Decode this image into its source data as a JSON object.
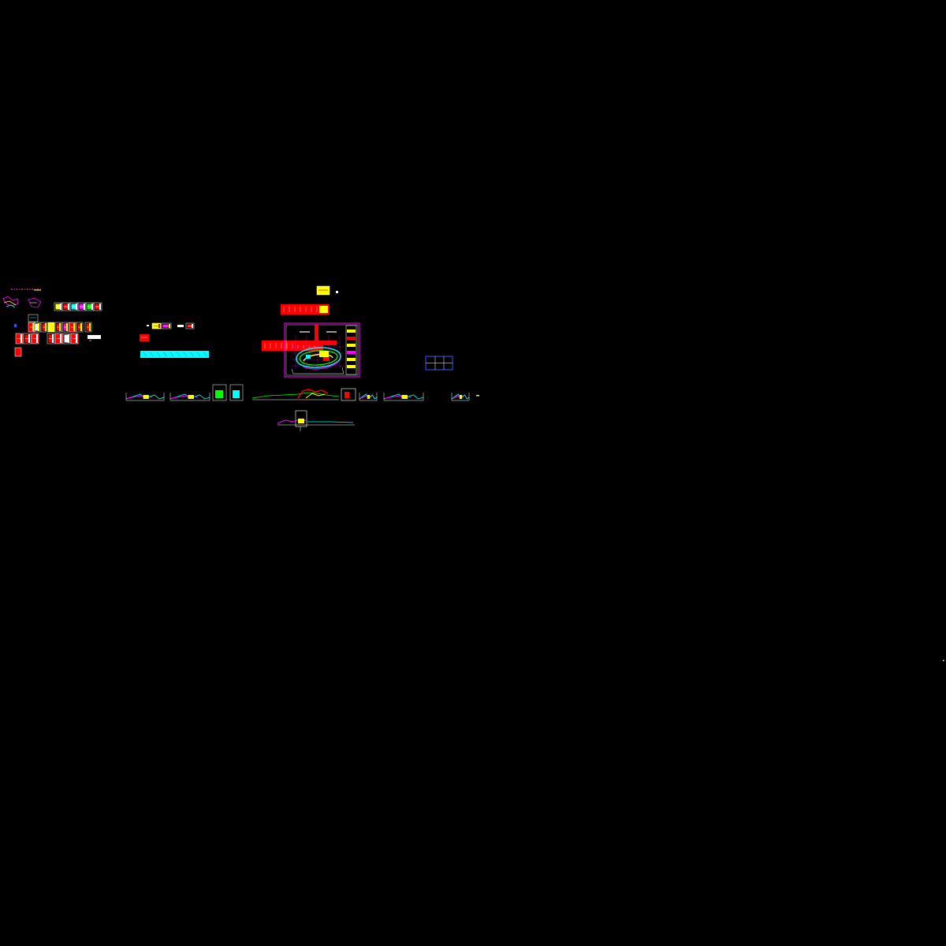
{
  "canvas": {
    "background": "#000000",
    "palette": {
      "red": "#ff0000",
      "white": "#ffffff",
      "cyan": "#00ffff",
      "yellow": "#ffff00",
      "magenta": "#ff00ff",
      "green": "#00ff00",
      "blue": "#3355ff",
      "orange": "#ff9900",
      "purple": "#9933cc"
    }
  },
  "drawings": [
    {
      "name": "detail-sheet-group-west",
      "kind": "sheet-cluster"
    },
    {
      "name": "legend-strip-cyan",
      "kind": "legend"
    },
    {
      "name": "master-site-plan",
      "kind": "plan-with-title-block"
    },
    {
      "name": "red-section-bands",
      "kind": "section"
    },
    {
      "name": "blue-grid-frame",
      "kind": "frame"
    },
    {
      "name": "elevation-row",
      "kind": "elevations"
    },
    {
      "name": "lower-section",
      "kind": "section"
    }
  ]
}
